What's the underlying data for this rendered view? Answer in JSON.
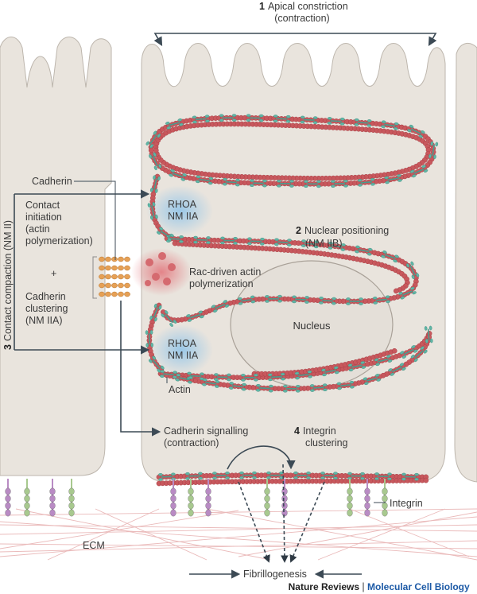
{
  "labels": {
    "apical_num": "1",
    "apical_line1": "Apical constriction",
    "apical_line2": "(contraction)",
    "nuclear_num": "2",
    "nuclear_line1": "Nuclear positioning",
    "nuclear_line2": "(NM IIB)",
    "compaction_num": "3",
    "compaction_text": "Contact compaction (NM II)",
    "integrin_num": "4",
    "integrin_line1": "Integrin",
    "integrin_line2": "clustering",
    "cadherin": "Cadherin",
    "contact_line1": "Contact",
    "contact_line2": "initiation",
    "contact_line3": "(actin",
    "contact_line4": "polymerization)",
    "plus": "+",
    "clustering_line1": "Cadherin",
    "clustering_line2": "clustering",
    "clustering_line3": "(NM IIA)",
    "rhoa_top_1": "RHOA",
    "rhoa_top_2": "NM IIA",
    "rhoa_bot_1": "RHOA",
    "rhoa_bot_2": "NM IIA",
    "rac_line1": "Rac-driven actin",
    "rac_line2": "polymerization",
    "nucleus": "Nucleus",
    "actin": "Actin",
    "cad_sig_line1": "Cadherin signalling",
    "cad_sig_line2": "(contraction)",
    "integrin": "Integrin",
    "ecm": "ECM",
    "fibrillogenesis": "Fibrillogenesis"
  },
  "credit": {
    "journal": "Nature Reviews",
    "separator": "|",
    "subject": "Molecular Cell Biology"
  },
  "colors": {
    "cell_fill": "#e9e4dd",
    "cell_stroke": "#bdb6ad",
    "actin": "#c8585d",
    "actin_highlight": "#e79a9a",
    "myosin": "#5fb6a6",
    "rhoa_glow": "#9ccbea",
    "rac_glow": "#e98a8a",
    "cadherin": "#e6a055",
    "integrin_a": "#b98bc4",
    "integrin_b": "#a8c98f",
    "ecm": "#e8a9a9",
    "arrow": "#3c4a55",
    "credit_blue": "#1d5aa6"
  }
}
